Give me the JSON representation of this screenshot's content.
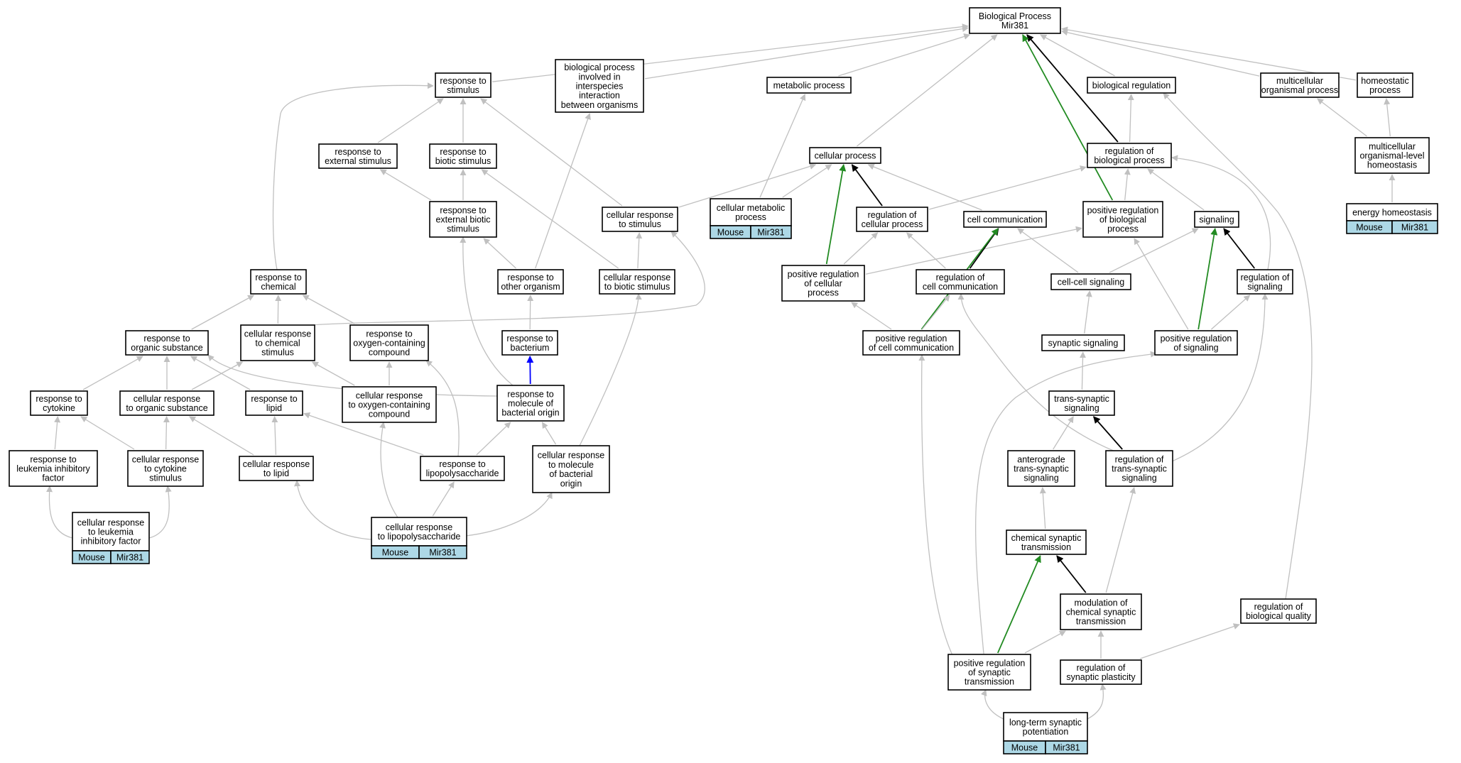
{
  "colors": {
    "edge_default": "#c0c0c0",
    "edge_is_a_strong": "#000000",
    "edge_positive_regulation": "#228b22",
    "edge_part_of": "#0000ff",
    "annotation_fill": "#add8e6"
  },
  "nodes": [
    {
      "id": "bp",
      "lines": [
        "Biological Process",
        "Mir381"
      ]
    },
    {
      "id": "rs",
      "lines": [
        "response to",
        "stimulus"
      ]
    },
    {
      "id": "bpinter",
      "lines": [
        "biological process",
        "involved in",
        "interspecies",
        "interaction",
        "between organisms"
      ]
    },
    {
      "id": "metab",
      "lines": [
        "metabolic process"
      ]
    },
    {
      "id": "bioreg",
      "lines": [
        "biological regulation"
      ]
    },
    {
      "id": "multi",
      "lines": [
        "multicellular",
        "organismal process"
      ]
    },
    {
      "id": "homeo",
      "lines": [
        "homeostatic",
        "process"
      ]
    },
    {
      "id": "rext",
      "lines": [
        "response to",
        "external stimulus"
      ]
    },
    {
      "id": "rbio",
      "lines": [
        "response to",
        "biotic stimulus"
      ]
    },
    {
      "id": "cellproc",
      "lines": [
        "cellular process"
      ]
    },
    {
      "id": "regbp",
      "lines": [
        "regulation of",
        "biological process"
      ]
    },
    {
      "id": "mlh",
      "lines": [
        "multicellular",
        "organismal-level",
        "homeostasis"
      ]
    },
    {
      "id": "rextbio",
      "lines": [
        "response to",
        "external biotic",
        "stimulus"
      ]
    },
    {
      "id": "crs",
      "lines": [
        "cellular response",
        "to stimulus"
      ]
    },
    {
      "id": "cmp",
      "lines": [
        "cellular metabolic",
        "process"
      ],
      "tags": [
        "Mouse",
        "Mir381"
      ]
    },
    {
      "id": "regcp",
      "lines": [
        "regulation of",
        "cellular process"
      ]
    },
    {
      "id": "cellcomm",
      "lines": [
        "cell communication"
      ]
    },
    {
      "id": "posregbp",
      "lines": [
        "positive regulation",
        "of biological",
        "process"
      ]
    },
    {
      "id": "signaling",
      "lines": [
        "signaling"
      ]
    },
    {
      "id": "energy",
      "lines": [
        "energy homeostasis"
      ],
      "tags": [
        "Mouse",
        "Mir381"
      ]
    },
    {
      "id": "rchem",
      "lines": [
        "response to",
        "chemical"
      ]
    },
    {
      "id": "rother",
      "lines": [
        "response to",
        "other organism"
      ]
    },
    {
      "id": "crbio",
      "lines": [
        "cellular response",
        "to biotic stimulus"
      ]
    },
    {
      "id": "posregcp",
      "lines": [
        "positive regulation",
        "of cellular",
        "process"
      ]
    },
    {
      "id": "regcc",
      "lines": [
        "regulation of",
        "cell communication"
      ]
    },
    {
      "id": "ccsig",
      "lines": [
        "cell-cell signaling"
      ]
    },
    {
      "id": "regsig",
      "lines": [
        "regulation of",
        "signaling"
      ]
    },
    {
      "id": "ros",
      "lines": [
        "response to",
        "organic substance"
      ]
    },
    {
      "id": "crchem",
      "lines": [
        "cellular response",
        "to chemical",
        "stimulus"
      ]
    },
    {
      "id": "roxy",
      "lines": [
        "response to",
        "oxygen-containing",
        "compound"
      ]
    },
    {
      "id": "rbact",
      "lines": [
        "response to",
        "bacterium"
      ]
    },
    {
      "id": "posregcc",
      "lines": [
        "positive regulation",
        "of cell communication"
      ]
    },
    {
      "id": "synsig",
      "lines": [
        "synaptic signaling"
      ]
    },
    {
      "id": "posregsig",
      "lines": [
        "positive regulation",
        "of signaling"
      ]
    },
    {
      "id": "rcyto",
      "lines": [
        "response to",
        "cytokine"
      ]
    },
    {
      "id": "cros",
      "lines": [
        "cellular response",
        "to organic substance"
      ]
    },
    {
      "id": "rlipid",
      "lines": [
        "response to",
        "lipid"
      ]
    },
    {
      "id": "croxy",
      "lines": [
        "cellular response",
        "to oxygen-containing",
        "compound"
      ]
    },
    {
      "id": "rmbo",
      "lines": [
        "response to",
        "molecule of",
        "bacterial origin"
      ]
    },
    {
      "id": "tss",
      "lines": [
        "trans-synaptic",
        "signaling"
      ]
    },
    {
      "id": "rlif",
      "lines": [
        "response to",
        "leukemia inhibitory",
        "factor"
      ]
    },
    {
      "id": "crcyto",
      "lines": [
        "cellular response",
        "to cytokine",
        "stimulus"
      ]
    },
    {
      "id": "crlipid",
      "lines": [
        "cellular response",
        "to lipid"
      ]
    },
    {
      "id": "rlps",
      "lines": [
        "response to",
        "lipopolysaccharide"
      ]
    },
    {
      "id": "crmbo",
      "lines": [
        "cellular response",
        "to molecule",
        "of bacterial",
        "origin"
      ]
    },
    {
      "id": "antero",
      "lines": [
        "anterograde",
        "trans-synaptic",
        "signaling"
      ]
    },
    {
      "id": "regtss",
      "lines": [
        "regulation of",
        "trans-synaptic",
        "signaling"
      ]
    },
    {
      "id": "crlif",
      "lines": [
        "cellular response",
        "to leukemia",
        "inhibitory factor"
      ],
      "tags": [
        "Mouse",
        "Mir381"
      ]
    },
    {
      "id": "crlps",
      "lines": [
        "cellular response",
        "to lipopolysaccharide"
      ],
      "tags": [
        "Mouse",
        "Mir381"
      ]
    },
    {
      "id": "chemsyn",
      "lines": [
        "chemical synaptic",
        "transmission"
      ]
    },
    {
      "id": "modcst",
      "lines": [
        "modulation of",
        "chemical synaptic",
        "transmission"
      ]
    },
    {
      "id": "regbq",
      "lines": [
        "regulation of",
        "biological quality"
      ]
    },
    {
      "id": "posregst",
      "lines": [
        "positive regulation",
        "of synaptic",
        "transmission"
      ]
    },
    {
      "id": "regsp",
      "lines": [
        "regulation of",
        "synaptic plasticity"
      ]
    },
    {
      "id": "ltp",
      "lines": [
        "long-term synaptic",
        "potentiation"
      ],
      "tags": [
        "Mouse",
        "Mir381"
      ]
    }
  ],
  "edges": [
    {
      "from": "rs",
      "to": "bp",
      "kind": "gray"
    },
    {
      "from": "bpinter",
      "to": "bp",
      "kind": "gray"
    },
    {
      "from": "metab",
      "to": "bp",
      "kind": "gray"
    },
    {
      "from": "cellproc",
      "to": "bp",
      "kind": "gray"
    },
    {
      "from": "bioreg",
      "to": "bp",
      "kind": "gray"
    },
    {
      "from": "multi",
      "to": "bp",
      "kind": "gray"
    },
    {
      "from": "homeo",
      "to": "bp",
      "kind": "gray"
    },
    {
      "from": "regbp",
      "to": "bp",
      "kind": "black"
    },
    {
      "from": "posregbp",
      "to": "bp",
      "kind": "green"
    },
    {
      "from": "rext",
      "to": "rs",
      "kind": "gray"
    },
    {
      "from": "rbio",
      "to": "rs",
      "kind": "gray"
    },
    {
      "from": "crs",
      "to": "rs",
      "kind": "gray"
    },
    {
      "from": "rchem",
      "to": "rs",
      "kind": "gray"
    },
    {
      "from": "rextbio",
      "to": "rext",
      "kind": "gray"
    },
    {
      "from": "rextbio",
      "to": "rbio",
      "kind": "gray"
    },
    {
      "from": "crbio",
      "to": "rbio",
      "kind": "gray"
    },
    {
      "from": "rother",
      "to": "rextbio",
      "kind": "gray"
    },
    {
      "from": "rother",
      "to": "bpinter",
      "kind": "gray"
    },
    {
      "from": "rmbo",
      "to": "rextbio",
      "kind": "gray"
    },
    {
      "from": "crbio",
      "to": "crs",
      "kind": "gray"
    },
    {
      "from": "crs",
      "to": "cellproc",
      "kind": "gray"
    },
    {
      "from": "crchem",
      "to": "crs",
      "kind": "gray"
    },
    {
      "from": "cmp",
      "to": "metab",
      "kind": "gray"
    },
    {
      "from": "cmp",
      "to": "cellproc",
      "kind": "gray"
    },
    {
      "from": "regcp",
      "to": "cellproc",
      "kind": "black"
    },
    {
      "from": "cellcomm",
      "to": "cellproc",
      "kind": "gray"
    },
    {
      "from": "posregcp",
      "to": "cellproc",
      "kind": "green"
    },
    {
      "from": "regcp",
      "to": "regbp",
      "kind": "gray"
    },
    {
      "from": "regbp",
      "to": "bioreg",
      "kind": "gray"
    },
    {
      "from": "posregbp",
      "to": "regbp",
      "kind": "gray"
    },
    {
      "from": "signaling",
      "to": "regbp",
      "kind": "gray"
    },
    {
      "from": "regsig",
      "to": "regbp",
      "kind": "gray"
    },
    {
      "from": "mlh",
      "to": "multi",
      "kind": "gray"
    },
    {
      "from": "mlh",
      "to": "homeo",
      "kind": "gray"
    },
    {
      "from": "energy",
      "to": "mlh",
      "kind": "gray"
    },
    {
      "from": "posregcp",
      "to": "regcp",
      "kind": "gray"
    },
    {
      "from": "posregcp",
      "to": "posregbp",
      "kind": "gray"
    },
    {
      "from": "regcc",
      "to": "regcp",
      "kind": "gray"
    },
    {
      "from": "regcc",
      "to": "cellcomm",
      "kind": "black"
    },
    {
      "from": "posregcc",
      "to": "cellcomm",
      "kind": "green"
    },
    {
      "from": "ccsig",
      "to": "cellcomm",
      "kind": "gray"
    },
    {
      "from": "ccsig",
      "to": "signaling",
      "kind": "gray"
    },
    {
      "from": "regsig",
      "to": "signaling",
      "kind": "black"
    },
    {
      "from": "posregsig",
      "to": "signaling",
      "kind": "green"
    },
    {
      "from": "posregsig",
      "to": "posregbp",
      "kind": "gray"
    },
    {
      "from": "posregsig",
      "to": "regsig",
      "kind": "gray"
    },
    {
      "from": "posregcc",
      "to": "posregcp",
      "kind": "gray"
    },
    {
      "from": "posregcc",
      "to": "regcc",
      "kind": "gray"
    },
    {
      "from": "synsig",
      "to": "ccsig",
      "kind": "gray"
    },
    {
      "from": "tss",
      "to": "synsig",
      "kind": "gray"
    },
    {
      "from": "rbact",
      "to": "rother",
      "kind": "gray"
    },
    {
      "from": "rmbo",
      "to": "rbact",
      "kind": "blue"
    },
    {
      "from": "ros",
      "to": "rchem",
      "kind": "gray"
    },
    {
      "from": "crchem",
      "to": "rchem",
      "kind": "gray"
    },
    {
      "from": "roxy",
      "to": "rchem",
      "kind": "gray"
    },
    {
      "from": "rcyto",
      "to": "ros",
      "kind": "gray"
    },
    {
      "from": "cros",
      "to": "ros",
      "kind": "gray"
    },
    {
      "from": "rlipid",
      "to": "ros",
      "kind": "gray"
    },
    {
      "from": "rmbo",
      "to": "ros",
      "kind": "gray"
    },
    {
      "from": "cros",
      "to": "crchem",
      "kind": "gray"
    },
    {
      "from": "croxy",
      "to": "crchem",
      "kind": "gray"
    },
    {
      "from": "croxy",
      "to": "roxy",
      "kind": "gray"
    },
    {
      "from": "rlps",
      "to": "roxy",
      "kind": "gray"
    },
    {
      "from": "rlif",
      "to": "rcyto",
      "kind": "gray"
    },
    {
      "from": "crcyto",
      "to": "rcyto",
      "kind": "gray"
    },
    {
      "from": "crcyto",
      "to": "cros",
      "kind": "gray"
    },
    {
      "from": "crlipid",
      "to": "cros",
      "kind": "gray"
    },
    {
      "from": "crlipid",
      "to": "rlipid",
      "kind": "gray"
    },
    {
      "from": "rlps",
      "to": "rlipid",
      "kind": "gray"
    },
    {
      "from": "rlps",
      "to": "rmbo",
      "kind": "gray"
    },
    {
      "from": "crmbo",
      "to": "rmbo",
      "kind": "gray"
    },
    {
      "from": "crmbo",
      "to": "crbio",
      "kind": "gray"
    },
    {
      "from": "antero",
      "to": "tss",
      "kind": "gray"
    },
    {
      "from": "regtss",
      "to": "tss",
      "kind": "black"
    },
    {
      "from": "regtss",
      "to": "regcc",
      "kind": "gray"
    },
    {
      "from": "regtss",
      "to": "regsig",
      "kind": "gray"
    },
    {
      "from": "crlif",
      "to": "rlif",
      "kind": "gray"
    },
    {
      "from": "crlif",
      "to": "crcyto",
      "kind": "gray"
    },
    {
      "from": "crlps",
      "to": "crlipid",
      "kind": "gray"
    },
    {
      "from": "crlps",
      "to": "croxy",
      "kind": "gray"
    },
    {
      "from": "crlps",
      "to": "rlps",
      "kind": "gray"
    },
    {
      "from": "crlps",
      "to": "crmbo",
      "kind": "gray"
    },
    {
      "from": "chemsyn",
      "to": "antero",
      "kind": "gray"
    },
    {
      "from": "modcst",
      "to": "chemsyn",
      "kind": "black"
    },
    {
      "from": "modcst",
      "to": "regtss",
      "kind": "gray"
    },
    {
      "from": "posregst",
      "to": "chemsyn",
      "kind": "green"
    },
    {
      "from": "posregst",
      "to": "modcst",
      "kind": "gray"
    },
    {
      "from": "posregst",
      "to": "posregcc",
      "kind": "gray"
    },
    {
      "from": "posregst",
      "to": "posregsig",
      "kind": "gray"
    },
    {
      "from": "regsp",
      "to": "modcst",
      "kind": "gray"
    },
    {
      "from": "regsp",
      "to": "regbq",
      "kind": "gray"
    },
    {
      "from": "regbq",
      "to": "bioreg",
      "kind": "gray"
    },
    {
      "from": "ltp",
      "to": "posregst",
      "kind": "gray"
    },
    {
      "from": "ltp",
      "to": "regsp",
      "kind": "gray"
    }
  ]
}
